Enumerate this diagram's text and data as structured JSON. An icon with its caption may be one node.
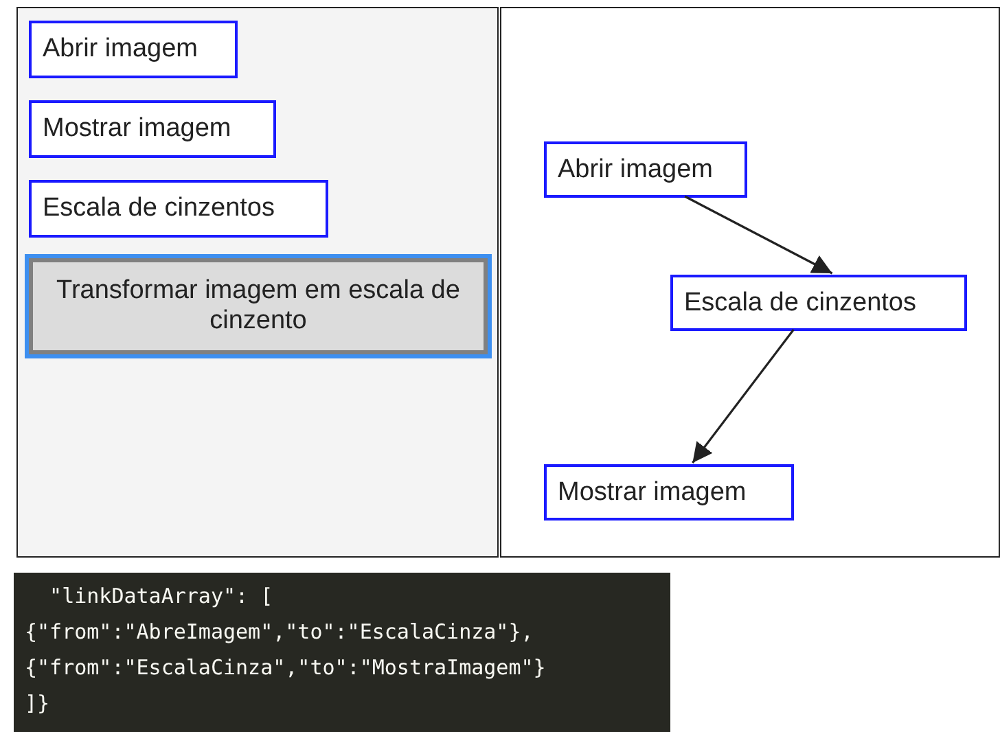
{
  "diagram": {
    "nodes": [
      {
        "text": [],
        "shape": "box"
      },
      {
        "text": [
          "Abrir imagem"
        ],
        "in": 0
      },
      {
        "text": [
          "Mostrar imagem"
        ],
        "in": 0
      },
      {
        "text": [
          "Escala de cinzentos"
        ],
        "in": 0
      },
      {
        "text": [
          "Transformar imagem em escala de cinzento"
        ],
        "in": 0
      },
      {
        "text": [],
        "shape": "box"
      },
      {
        "text": [
          "Abrir imagem"
        ],
        "in": 5
      },
      {
        "text": [
          "Escala de cinzentos"
        ],
        "in": 5
      },
      {
        "text": [
          "Mostrar imagem"
        ],
        "in": 5
      }
    ],
    "edges": [
      {
        "from": 6,
        "to": 7,
        "arrow": "to"
      },
      {
        "from": 7,
        "to": 8,
        "arrow": "to"
      }
    ],
    "labels": [
      "  \"linkDataArray\": [",
      "{\"from\":\"AbreImagem\",\"to\":\"EscalaCinza\"},",
      "{\"from\":\"EscalaCinza\",\"to\":\"MostraImagem\"}",
      "]}"
    ]
  }
}
